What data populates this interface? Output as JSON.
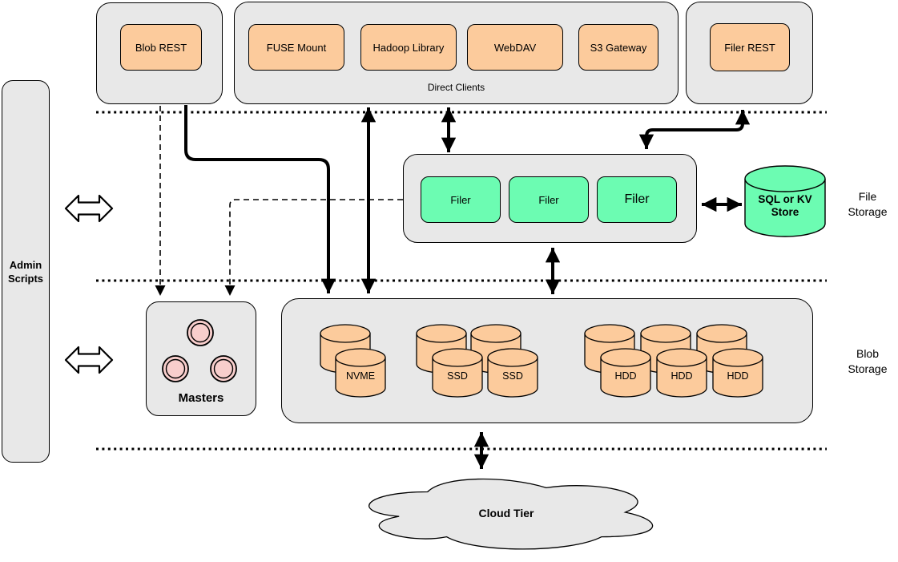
{
  "nodes": {
    "blob_rest": "Blob REST",
    "fuse_mount": "FUSE Mount",
    "hadoop_library": "Hadoop Library",
    "webdav": "WebDAV",
    "s3_gateway": "S3 Gateway",
    "direct_clients": "Direct Clients",
    "filer_rest": "Filer REST",
    "admin_scripts": "Admin\nScripts",
    "filer_1": "Filer",
    "filer_2": "Filer",
    "filer_3": "Filer",
    "sql_store": "SQL or KV\nStore",
    "file_storage_section": "File\nStorage",
    "masters": "Masters",
    "nvme": "NVME",
    "ssd_1": "SSD",
    "ssd_2": "SSD",
    "hdd_1": "HDD",
    "hdd_2": "HDD",
    "hdd_3": "HDD",
    "blob_storage_section": "Blob\nStorage",
    "cloud_tier": "Cloud Tier"
  },
  "colors": {
    "container_gray": "#e8e8e8",
    "node_orange": "#fccb9c",
    "node_green": "#6cfcb2",
    "master_pink": "#f8cecc",
    "line_black": "#000000",
    "background": "#ffffff"
  }
}
